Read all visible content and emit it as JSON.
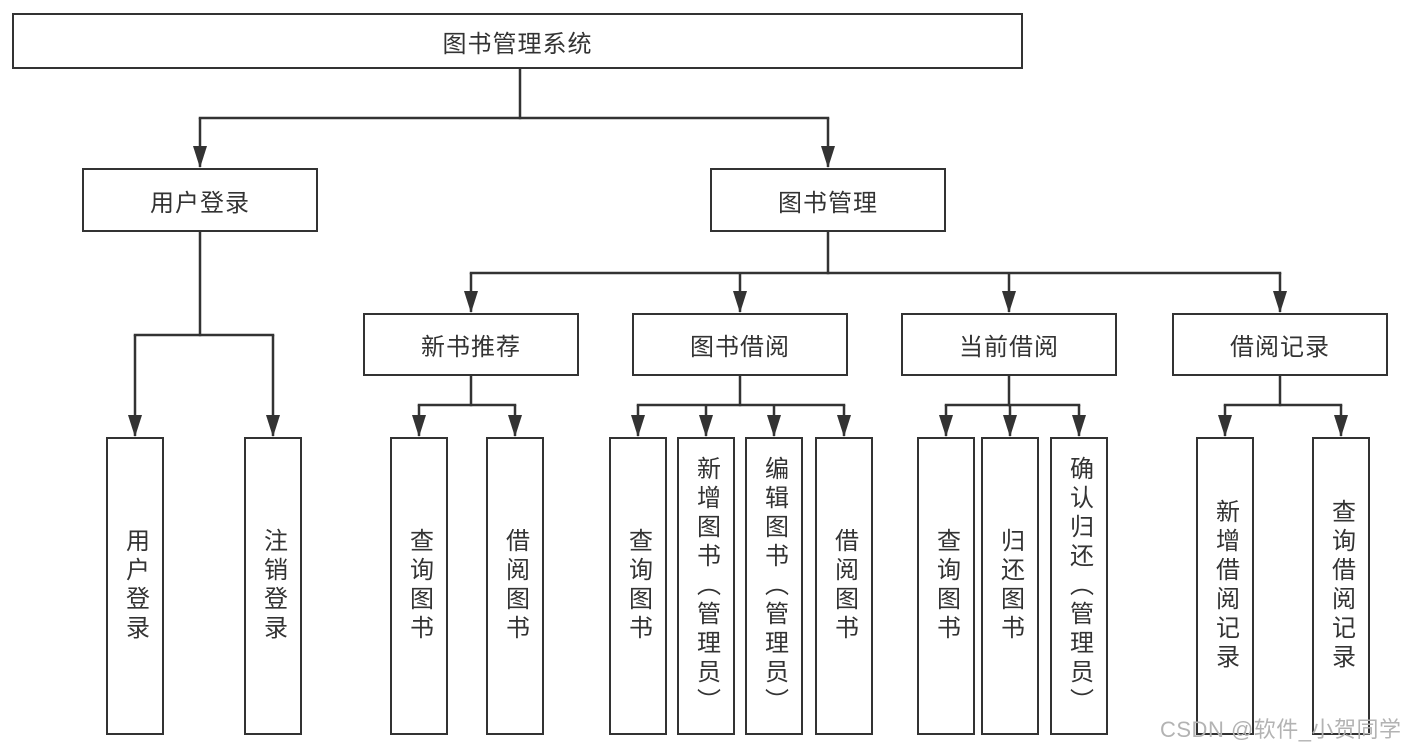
{
  "title": "图书管理系统",
  "tree": {
    "user_login": {
      "label": "用户登录",
      "children": {
        "login": "用户登录",
        "logout": "注销登录"
      }
    },
    "book_mgmt": {
      "label": "图书管理",
      "children": {
        "new_books": {
          "label": "新书推荐",
          "children": {
            "query": "查询图书",
            "borrow": "借阅图书"
          }
        },
        "borrowing": {
          "label": "图书借阅",
          "children": {
            "query": "查询图书",
            "add": "新增图书（管理员）",
            "edit": "编辑图书（管理员）",
            "borrow": "借阅图书"
          }
        },
        "current": {
          "label": "当前借阅",
          "children": {
            "query": "查询图书",
            "return": "归还图书",
            "confirm": "确认归还（管理员）"
          }
        },
        "records": {
          "label": "借阅记录",
          "children": {
            "add": "新增借阅记录",
            "query": "查询借阅记录"
          }
        }
      }
    }
  },
  "watermark": "CSDN @软件_小贺同学",
  "colors": {
    "line": "#333333",
    "box_border": "#333333",
    "text": "#333333",
    "watermark": "#b3b3b3",
    "background": "#ffffff"
  }
}
